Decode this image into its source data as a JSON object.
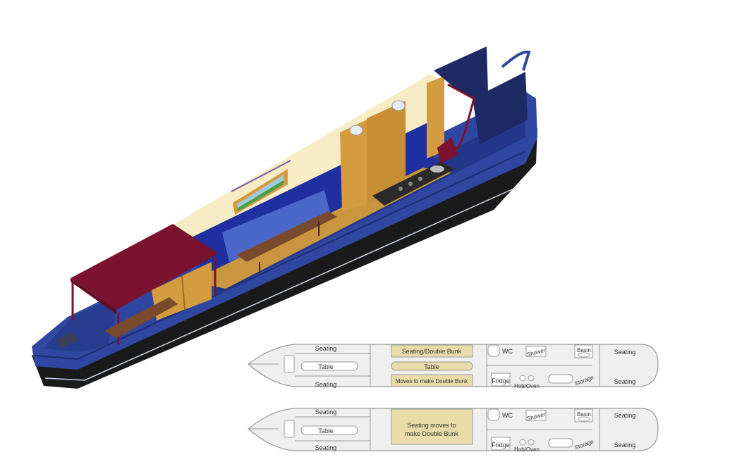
{
  "colors": {
    "hull_black": "#1a1a1a",
    "hull_blue": "#2f47a0",
    "cabin_navy": "#1d2a63",
    "canopy_maroon": "#7a1230",
    "cream_interior": "#f6ecc6",
    "wood": "#d49c3f",
    "table_brown": "#7a4a2c",
    "plan_tan": "#e9dca8"
  },
  "plan_top": {
    "seating_upper_left": "Seating",
    "seating_lower_left": "Seating",
    "table": "Table",
    "seating_double_bunk": "Seating/Double Bunk",
    "table_center": "Table",
    "moves_double_bunk": "Moves to make Double Bunk",
    "wc": "WC",
    "shower": "Shower",
    "basin": "Basin",
    "fridge": "Fridge",
    "hob_oven": "Hob/Oven",
    "storage": "Storage",
    "seating_upper_right": "Seating",
    "seating_lower_right": "Seating"
  },
  "plan_bottom": {
    "seating_upper_left": "Seating",
    "seating_lower_left": "Seating",
    "table": "Table",
    "seating_moves_line1": "Seating moves to",
    "seating_moves_line2": "make Double Bunk",
    "wc": "WC",
    "shower": "Shower",
    "basin": "Basin",
    "fridge": "Fridge",
    "hob_oven": "Hob/Oven",
    "storage": "Storage",
    "seating_upper_right": "Seating",
    "seating_lower_right": "Seating"
  }
}
